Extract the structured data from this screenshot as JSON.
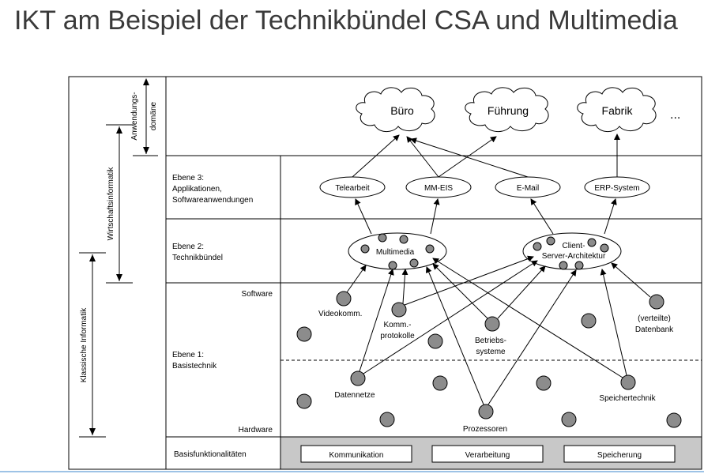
{
  "slide": {
    "title": "IKT am Beispiel der Technikbündel CSA und Multimedia"
  },
  "diagram": {
    "domains": {
      "buero": "Büro",
      "fuehrung": "Führung",
      "fabrik": "Fabrik",
      "more": "..."
    },
    "levels": {
      "ebene3": [
        "Ebene 3:",
        "Applikationen,",
        "Softwareanwendungen"
      ],
      "ebene2": [
        "Ebene 2:",
        "Technikbündel"
      ],
      "ebene1": [
        "Ebene 1:",
        "Basistechnik"
      ],
      "software": "Software",
      "hardware": "Hardware",
      "basis": "Basisfunktionalitäten"
    },
    "vertical_labels": {
      "anwendungsdomaene": [
        "Anwendungs-",
        "domäne"
      ],
      "wirtschaftsinformatik": "Wirtschaftsinformatik",
      "klassische": "Klassische Informatik"
    },
    "applications": {
      "telearbeit": "Telearbeit",
      "mmeis": "MM-EIS",
      "email": "E-Mail",
      "erp": "ERP-System"
    },
    "bundles": {
      "multimedia": "Multimedia",
      "csa": [
        "Client-",
        "Server-Architektur"
      ]
    },
    "technologies": {
      "videokomm": "Videokomm.",
      "kommprotokolle": [
        "Komm.-",
        "protokolle"
      ],
      "betriebssysteme": [
        "Betriebs-",
        "systeme"
      ],
      "datenbank": [
        "(verteilte)",
        "Datenbank"
      ],
      "datennetze": "Datennetze",
      "speichertechnik": "Speichertechnik",
      "prozessoren": "Prozessoren"
    },
    "basis_functions": {
      "kommunikation": "Kommunikation",
      "verarbeitung": "Verarbeitung",
      "speicherung": "Speicherung"
    }
  }
}
